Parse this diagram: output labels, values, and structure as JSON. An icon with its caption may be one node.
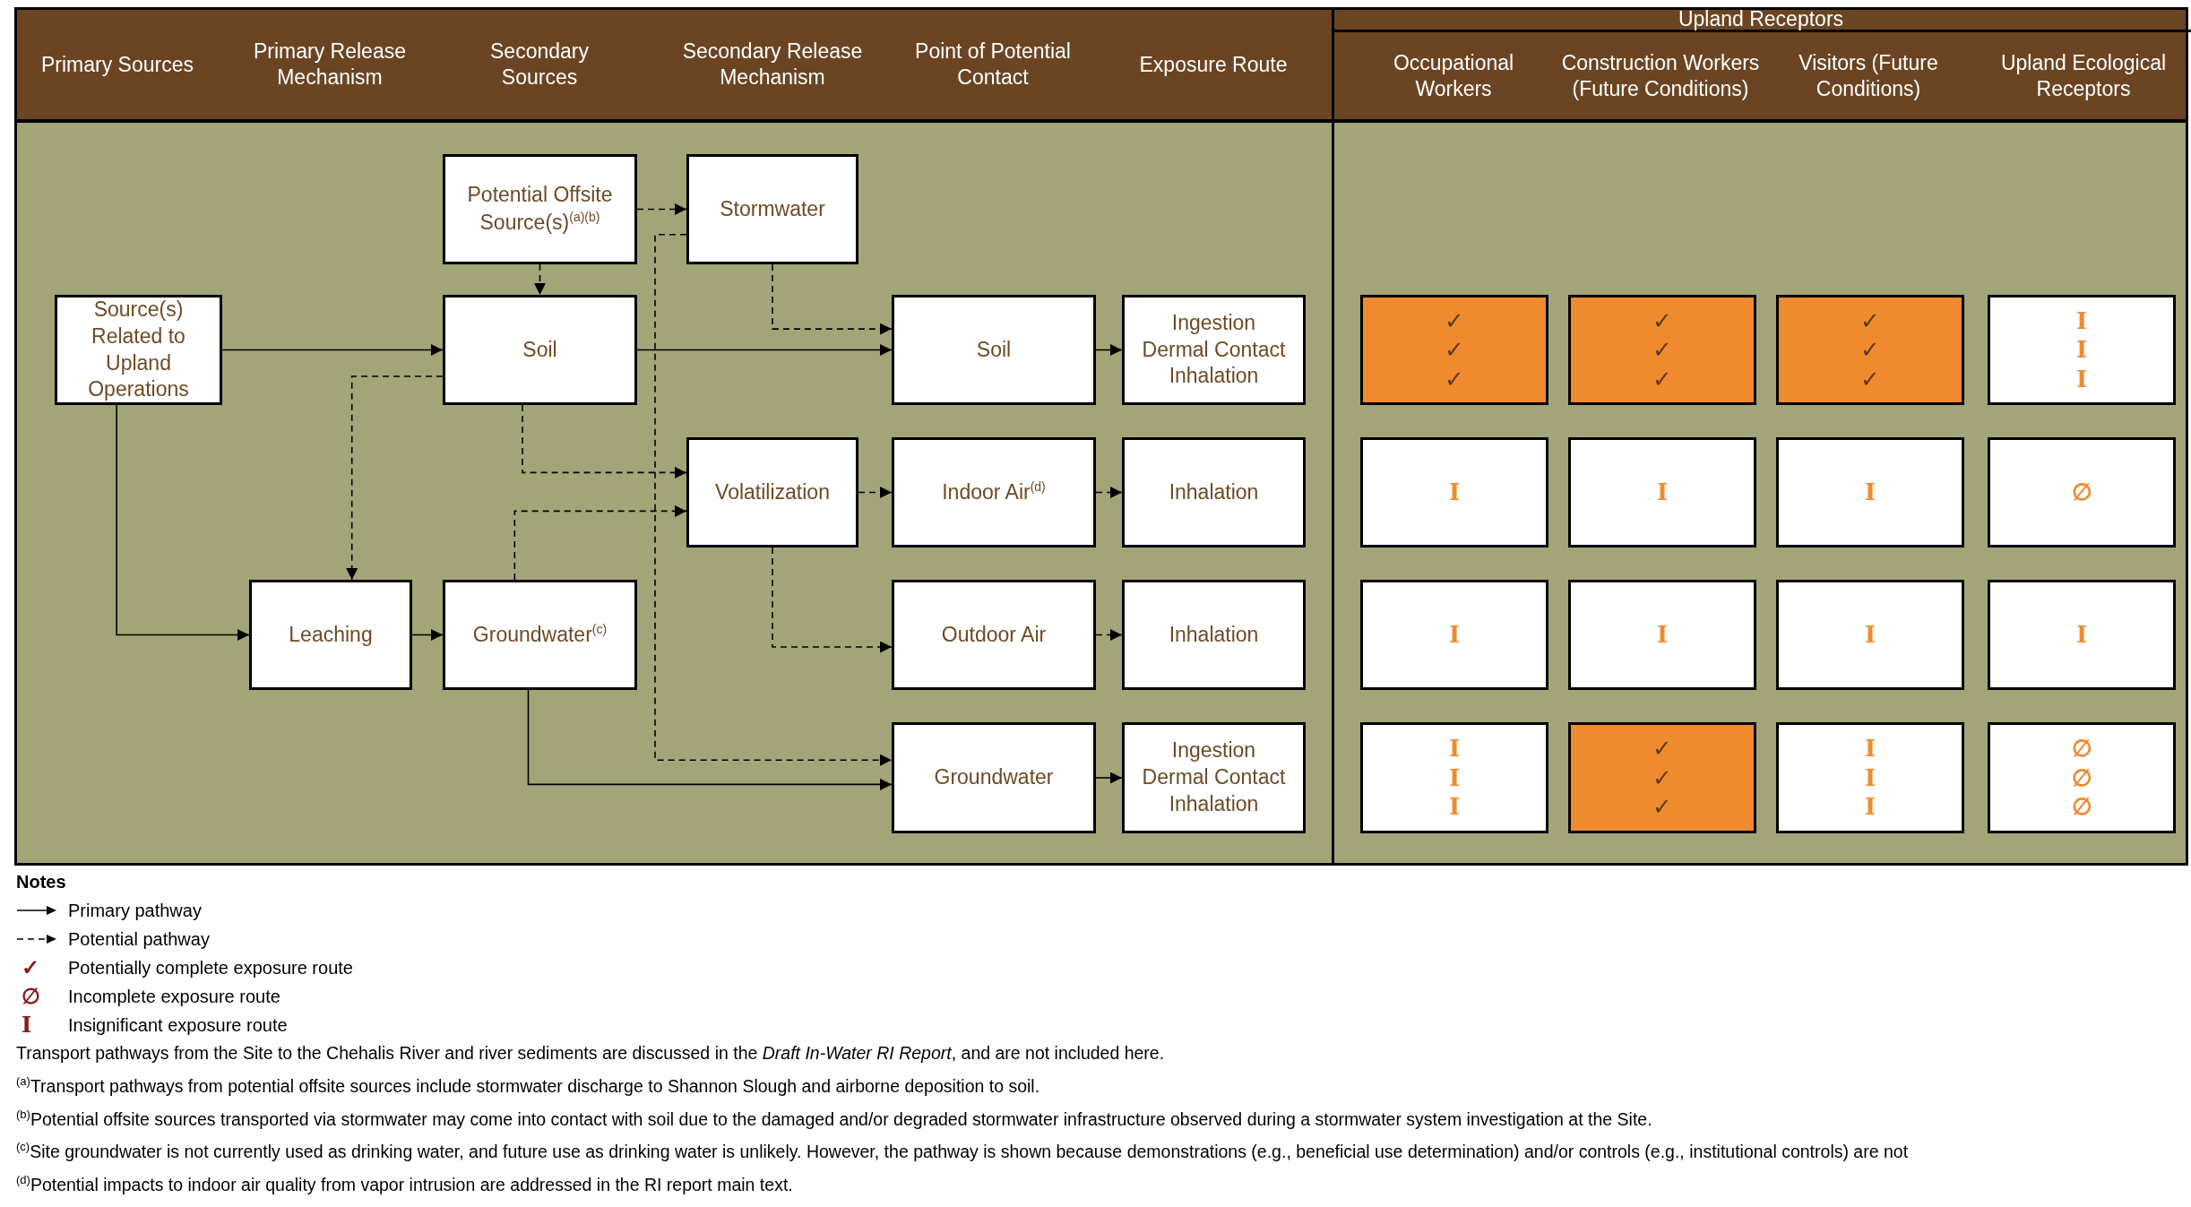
{
  "diagram": {
    "nodes": [
      {
        "text": [
          "Source(s) Related to Upland Operations"
        ]
      },
      {
        "text": [
          "Potential Offsite Source(s)$^{(a)(b)}$"
        ]
      },
      {
        "text": [
          "Stormwater"
        ]
      },
      {
        "text": [
          "Soil"
        ]
      },
      {
        "text": [
          "Soil"
        ]
      },
      {
        "text": [
          "Ingestion",
          "Dermal Contact",
          "Inhalation"
        ]
      },
      {
        "text": [
          "Volatilization"
        ]
      },
      {
        "text": [
          "Indoor Air$^{(d)}$"
        ]
      },
      {
        "text": [
          "Inhalation"
        ]
      },
      {
        "text": [
          "Leaching"
        ]
      },
      {
        "text": [
          "Groundwater$^{(c)}$"
        ]
      },
      {
        "text": [
          "Outdoor Air"
        ]
      },
      {
        "text": [
          "Inhalation"
        ]
      },
      {
        "text": [
          "Groundwater"
        ]
      },
      {
        "text": [
          "Ingestion",
          "Dermal Contact",
          "Inhalation"
        ]
      },
      {
        "text": [
          "✓",
          "✓",
          "✓"
        ]
      },
      {
        "text": [
          "✓",
          "✓",
          "✓"
        ]
      },
      {
        "text": [
          "✓",
          "✓",
          "✓"
        ]
      },
      {
        "text": [
          "I",
          "I",
          "I"
        ]
      },
      {
        "text": [
          "I"
        ]
      },
      {
        "text": [
          "I"
        ]
      },
      {
        "text": [
          "I"
        ]
      },
      {
        "text": [
          "∅"
        ]
      },
      {
        "text": [
          "I"
        ]
      },
      {
        "text": [
          "I"
        ]
      },
      {
        "text": [
          "I"
        ]
      },
      {
        "text": [
          "I"
        ]
      },
      {
        "text": [
          "I",
          "I",
          "I"
        ]
      },
      {
        "text": [
          "✓",
          "✓",
          "✓"
        ]
      },
      {
        "text": [
          "I",
          "I",
          "I"
        ]
      },
      {
        "text": [
          "∅",
          "∅",
          "∅"
        ]
      }
    ],
    "edges": [
      {
        "from": 0,
        "to": 3,
        "arrow": "to"
      },
      {
        "from": 0,
        "to": 9,
        "arrow": "to"
      },
      {
        "from": 1,
        "to": 3,
        "arrow": "to",
        "style": "dashed"
      },
      {
        "from": 1,
        "to": 2,
        "arrow": "to",
        "style": "dashed"
      },
      {
        "from": 2,
        "to": 4,
        "arrow": "to",
        "style": "dashed"
      },
      {
        "from": 2,
        "to": 13,
        "arrow": "to",
        "style": "dashed"
      },
      {
        "from": 3,
        "to": 4,
        "arrow": "to"
      },
      {
        "from": 3,
        "to": 9,
        "arrow": "to",
        "style": "dashed"
      },
      {
        "from": 3,
        "to": 6,
        "arrow": "to",
        "style": "dashed"
      },
      {
        "from": 9,
        "to": 10,
        "arrow": "to"
      },
      {
        "from": 10,
        "to": 6,
        "arrow": "to",
        "style": "dashed"
      },
      {
        "from": 10,
        "to": 13,
        "arrow": "to"
      },
      {
        "from": 6,
        "to": 7,
        "arrow": "to",
        "style": "dashed"
      },
      {
        "from": 6,
        "to": 11,
        "arrow": "to",
        "style": "dashed"
      },
      {
        "from": 4,
        "to": 5,
        "arrow": "to"
      },
      {
        "from": 7,
        "to": 8,
        "arrow": "to",
        "style": "dashed"
      },
      {
        "from": 11,
        "to": 12,
        "arrow": "to",
        "style": "dashed"
      },
      {
        "from": 13,
        "to": 14,
        "arrow": "to"
      }
    ],
    "labels": [
      "Primary Sources",
      "Primary Release Mechanism",
      "Secondary Sources",
      "Secondary Release Mechanism",
      "Point of Potential Contact",
      "Exposure Route",
      "Upland Receptors",
      "Occupational Workers",
      "Construction Workers (Future Conditions)",
      "Visitors (Future Conditions)",
      "Upland Ecological Receptors",
      "Notes",
      "✓",
      "∅",
      "I",
      "Transport pathways from the Site to the Chehalis River and river sediments are discussed in the *Draft In-Water RI Report*, and are not included here.",
      "$^{(a)}$Transport pathways from potential offsite sources include stormwater discharge to Shannon Slough and airborne deposition to soil.",
      "$^{(b)}$Potential offsite sources transported via stormwater may come into contact with soil due to the damaged and/or degraded stormwater infrastructure observed during a stormwater system investigation at the Site.",
      "$^{(c)}$Site groundwater is not currently used as drinking water, and future use as drinking water is unlikely. However, the pathway is shown because demonstrations (e.g., beneficial use determination) and/or controls (e.g., institutional controls) are not",
      "$^{(d)}$Potential impacts to indoor air quality from vapor intrusion are addressed in the RI report main text."
    ],
    "legend": [
      {
        "text": "Primary pathway"
      },
      {
        "text": "Potential pathway"
      },
      {
        "text": "Potentially complete exposure route"
      },
      {
        "text": "Incomplete exposure route"
      },
      {
        "text": "Insignificant exposure route"
      }
    ]
  }
}
